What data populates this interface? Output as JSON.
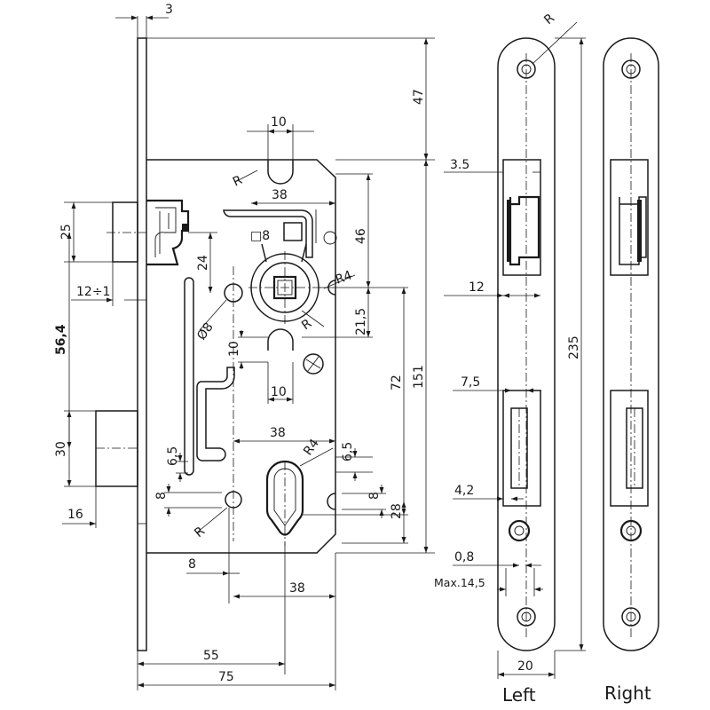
{
  "dimensions": {
    "faceplate_thickness": "3",
    "top_offset": "47",
    "slot_width": "10",
    "spindle_to_top": "38",
    "spindle_height": "46",
    "square_size": "□8",
    "radius_r4_top": "R4",
    "radius_r": "R",
    "latch_height": "25",
    "latch_offset": "24",
    "latch_projection": "12÷1",
    "backset_upper": "56,4",
    "hole_diameter": "Ø8",
    "spindle_drop": "21,5",
    "slot_height": "10",
    "slot_width_lower": "10",
    "center_distance": "72",
    "case_height": "151",
    "bolt_height": "30",
    "cyl_width": "38",
    "offset_left": "6,5",
    "offset_right": "6,5",
    "radius_r4_cyl": "R4",
    "eight_left": "8",
    "eight_right": "8",
    "cyl_height": "28",
    "bolt_projection": "16",
    "radius_r_bottom": "R",
    "bottom_slot": "8",
    "bottom_width": "38",
    "backset": "55",
    "case_depth": "75"
  },
  "faceplate_dims": {
    "radius": "R",
    "edge_35": "3.5",
    "width_12": "12",
    "length_235": "235",
    "w_75": "7,5",
    "w_42": "4,2",
    "w_08": "0,8",
    "max": "Max.14,5",
    "plate_width": "20"
  },
  "labels": {
    "left": "Left",
    "right": "Right"
  }
}
